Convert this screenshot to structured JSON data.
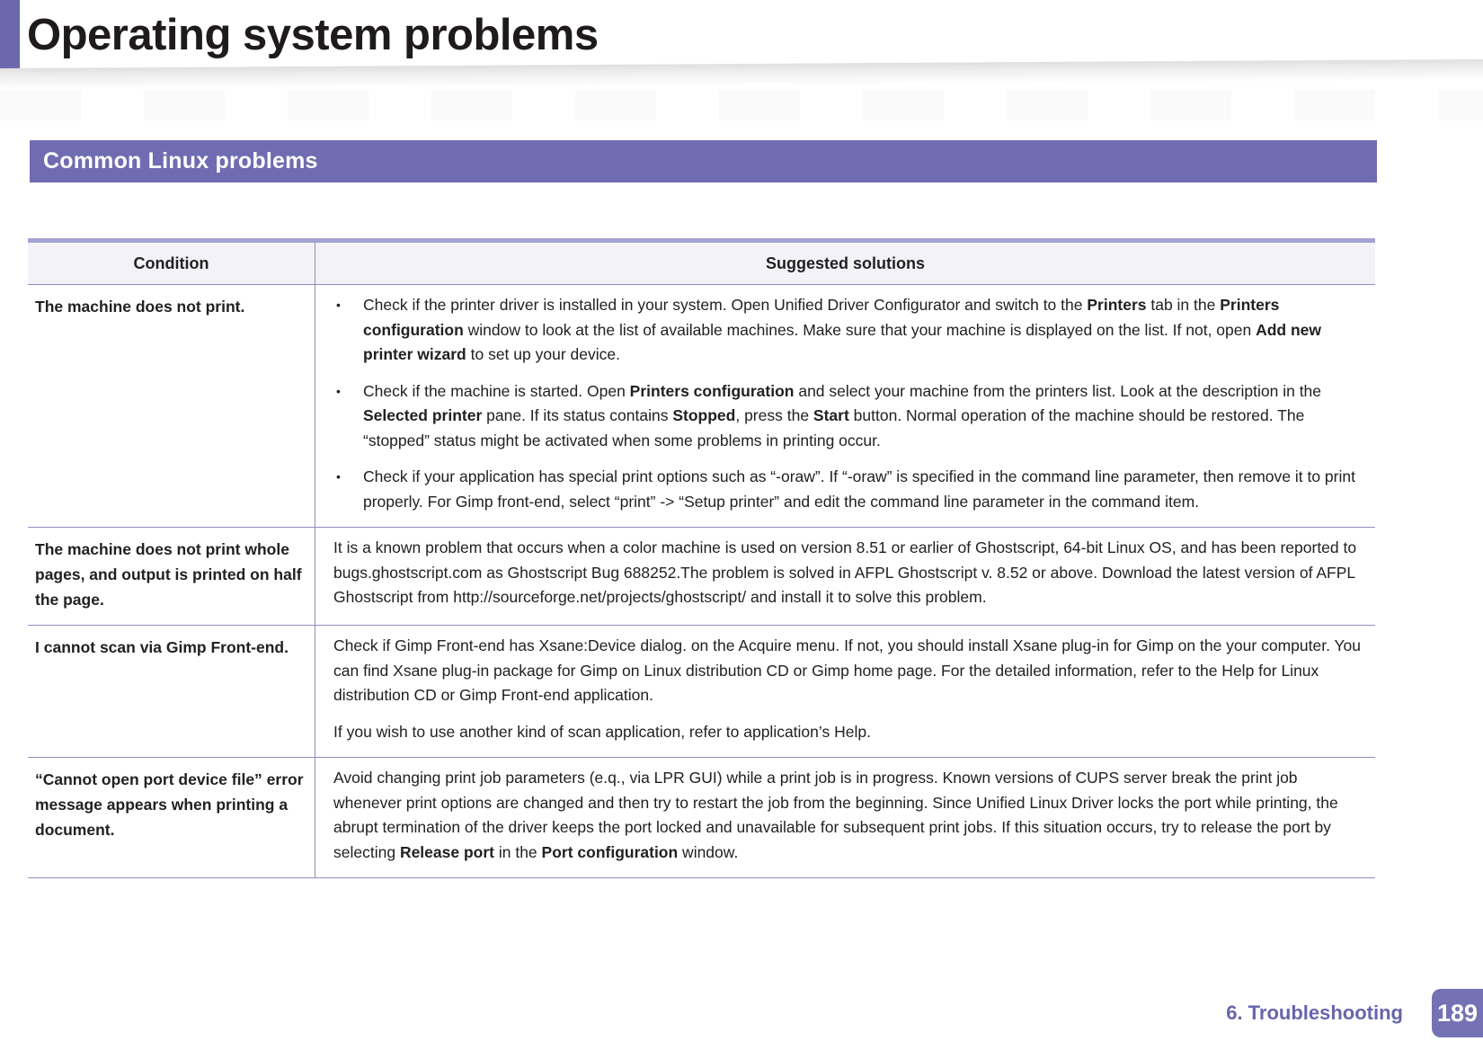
{
  "page": {
    "title": "Operating system problems",
    "footer": {
      "chapter": "6.  Troubleshooting",
      "page_number": "189"
    }
  },
  "section": {
    "heading": "Common Linux problems"
  },
  "colors": {
    "accent_purple": "#6b68ae",
    "banner_purple": "#6f6cb2",
    "table_border_purple": "#8f8dbd",
    "table_top_border": "#a4a2d0",
    "header_row_bg": "#f3f2f8",
    "footer_text_purple": "#6765ab",
    "page_badge_purple": "#7472b5",
    "body_text": "#232021"
  },
  "icons": {
    "bullet_glyph": "•"
  },
  "table": {
    "headers": [
      "Condition",
      "Suggested solutions"
    ],
    "rows": [
      {
        "condition": "The machine does not print.",
        "paragraphs": [
          {
            "bullet": true,
            "segments": [
              {
                "text": "Check if the printer driver is installed in your system. Open Unified Driver Configurator and switch to the "
              },
              {
                "text": "Printers",
                "bold": true
              },
              {
                "text": " tab in the "
              },
              {
                "text": "Printers configuration",
                "bold": true
              },
              {
                "text": " window to look at the list of available machines. Make sure that your machine is displayed on the list. If not, open "
              },
              {
                "text": "Add new printer wizard",
                "bold": true
              },
              {
                "text": " to set up your device."
              }
            ]
          },
          {
            "bullet": true,
            "segments": [
              {
                "text": "Check if the machine is started. Open "
              },
              {
                "text": "Printers configuration",
                "bold": true
              },
              {
                "text": " and select your machine from the printers list. Look at the description in the "
              },
              {
                "text": "Selected printer",
                "bold": true
              },
              {
                "text": " pane. If its status contains "
              },
              {
                "text": "Stopped",
                "bold": true
              },
              {
                "text": ", press the "
              },
              {
                "text": "Start",
                "bold": true
              },
              {
                "text": " button. Normal operation of the machine should be restored. The “stopped” status might be activated when some problems in printing occur."
              }
            ]
          },
          {
            "bullet": true,
            "segments": [
              {
                "text": "Check if your application has special print options such as “-oraw”. If “-oraw” is specified in the command line parameter, then remove it to print properly. For Gimp front-end, select “print” -> “Setup printer” and edit the command line parameter in the command item."
              }
            ]
          }
        ]
      },
      {
        "condition": "The machine does not print whole pages, and output is printed on half the page.",
        "paragraphs": [
          {
            "bullet": false,
            "segments": [
              {
                "text": "It is a known problem that occurs when a color machine is used on version 8.51 or earlier of Ghostscript, 64-bit Linux OS, and has been reported to bugs.ghostscript.com as Ghostscript Bug 688252.The problem is solved in AFPL Ghostscript v. 8.52 or above. Download the latest version of AFPL Ghostscript from http://sourceforge.net/projects/ghostscript/ and install it to solve this problem."
              }
            ]
          }
        ]
      },
      {
        "condition": "I cannot scan via Gimp Front-end.",
        "paragraphs": [
          {
            "bullet": false,
            "segments": [
              {
                "text": "Check if Gimp Front-end has Xsane:Device dialog. on the Acquire menu. If not, you should install Xsane plug-in for Gimp on the your computer. You can find Xsane plug-in package for Gimp on Linux distribution CD or Gimp home page. For the detailed information, refer to the Help for Linux distribution CD or Gimp Front-end application."
              }
            ]
          },
          {
            "bullet": false,
            "segments": [
              {
                "text": "If you wish to use another kind of scan application, refer to application’s Help."
              }
            ]
          }
        ]
      },
      {
        "condition": "“Cannot open port device file” error message appears when printing a document.",
        "paragraphs": [
          {
            "bullet": false,
            "segments": [
              {
                "text": "Avoid changing print job parameters (e.q., via LPR GUI) while a print job is in progress. Known versions of CUPS server break the print job whenever print options are changed and then try to restart the job from the beginning. Since Unified Linux Driver locks the port while printing, the abrupt termination of the driver keeps the port locked and unavailable for subsequent print jobs. If this situation occurs, try to release the port by selecting "
              },
              {
                "text": "Release port",
                "bold": true
              },
              {
                "text": " in the "
              },
              {
                "text": "Port configuration",
                "bold": true
              },
              {
                "text": " window."
              }
            ]
          }
        ]
      }
    ]
  }
}
